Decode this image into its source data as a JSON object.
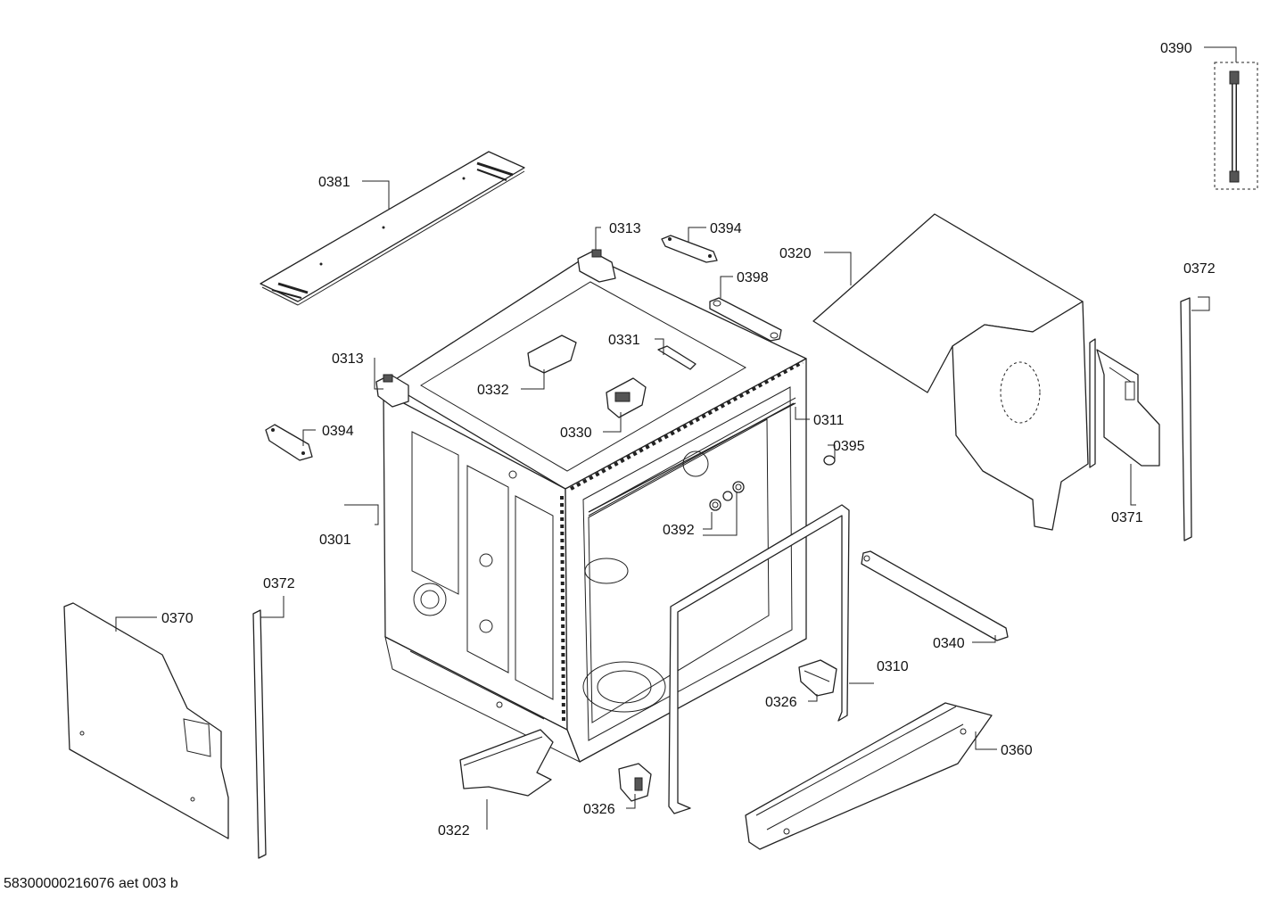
{
  "footer": {
    "document_code": "58300000216076 aet 003 b"
  },
  "callouts": {
    "c0390": "0390",
    "c0381": "0381",
    "c0313_top": "0313",
    "c0394_top": "0394",
    "c0320": "0320",
    "c0398": "0398",
    "c0372_right": "0372",
    "c0313_left": "0313",
    "c0331": "0331",
    "c0332": "0332",
    "c0394_left": "0394",
    "c0330": "0330",
    "c0311": "0311",
    "c0395": "0395",
    "c0371": "0371",
    "c0301": "0301",
    "c0392": "0392",
    "c0372_left": "0372",
    "c0370": "0370",
    "c0340": "0340",
    "c0310": "0310",
    "c0326_right": "0326",
    "c0360": "0360",
    "c0326_left": "0326",
    "c0322": "0322"
  }
}
